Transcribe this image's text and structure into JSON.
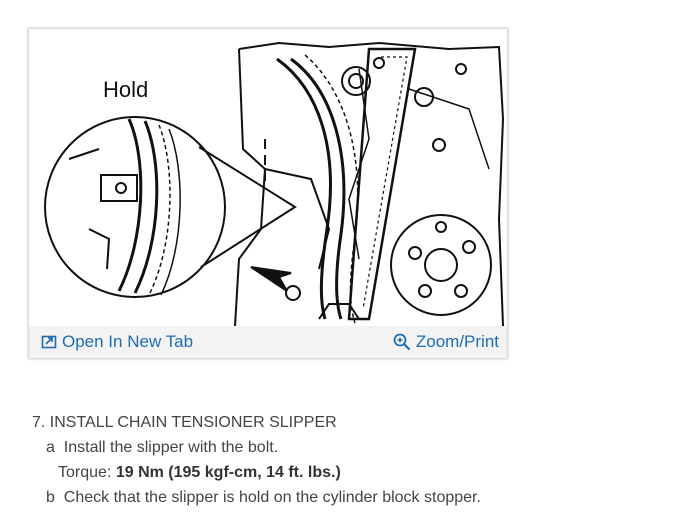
{
  "figure": {
    "callout_label": "Hold",
    "open_tab_label": "Open In New Tab",
    "zoom_label": "Zoom/Print",
    "open_tab_icon": "open-new-tab-icon",
    "zoom_icon": "zoom-icon",
    "link_color": "#1e6db3"
  },
  "procedure": {
    "step_number": "7.",
    "step_title": "INSTALL CHAIN TENSIONER SLIPPER",
    "sub_a_letter": "a",
    "sub_a_text": "Install the slipper with the bolt.",
    "torque_label": "Torque:",
    "torque_value": "19 Nm (195 kgf-cm, 14 ft. lbs.)",
    "sub_b_letter": "b",
    "sub_b_text": "Check that the slipper is hold on the cylinder block stopper."
  }
}
